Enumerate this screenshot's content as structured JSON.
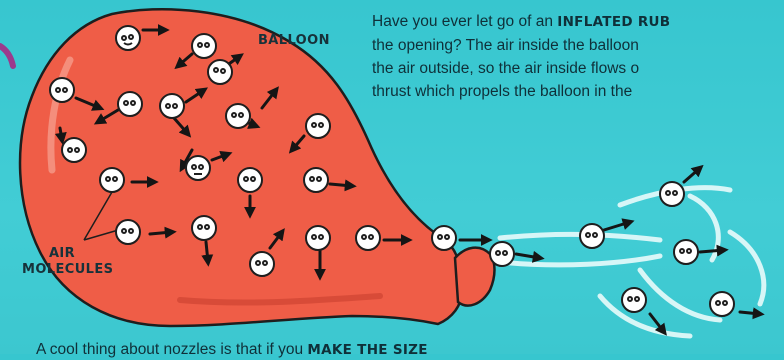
{
  "paragraph": {
    "line1_prefix": "Have you ever let go of an ",
    "line1_highlight": "INFLATED RUB",
    "line2": "the opening? The air inside the balloon",
    "line3": "the air outside, so the air inside flows o",
    "line4": "thrust which propels the balloon in the"
  },
  "labels": {
    "balloon": "BALLOON",
    "air_line1": "AIR",
    "air_line2": "MOLECULES"
  },
  "bottom_text": {
    "prefix": "A cool thing about nozzles is that if you ",
    "highlight": "MAKE THE SIZE"
  },
  "colors": {
    "background": "#3ec9d1",
    "balloon_fill": "#ef5d47",
    "balloon_outline": "#1e1e1e",
    "molecule_fill": "#ffffff",
    "arrow": "#151515",
    "airflow_swirl": "#e8fbfb",
    "edge_accent": "#9b3a8c"
  },
  "icons": [
    "air-molecule-icon",
    "arrow-icon",
    "airflow-swirl-icon"
  ]
}
